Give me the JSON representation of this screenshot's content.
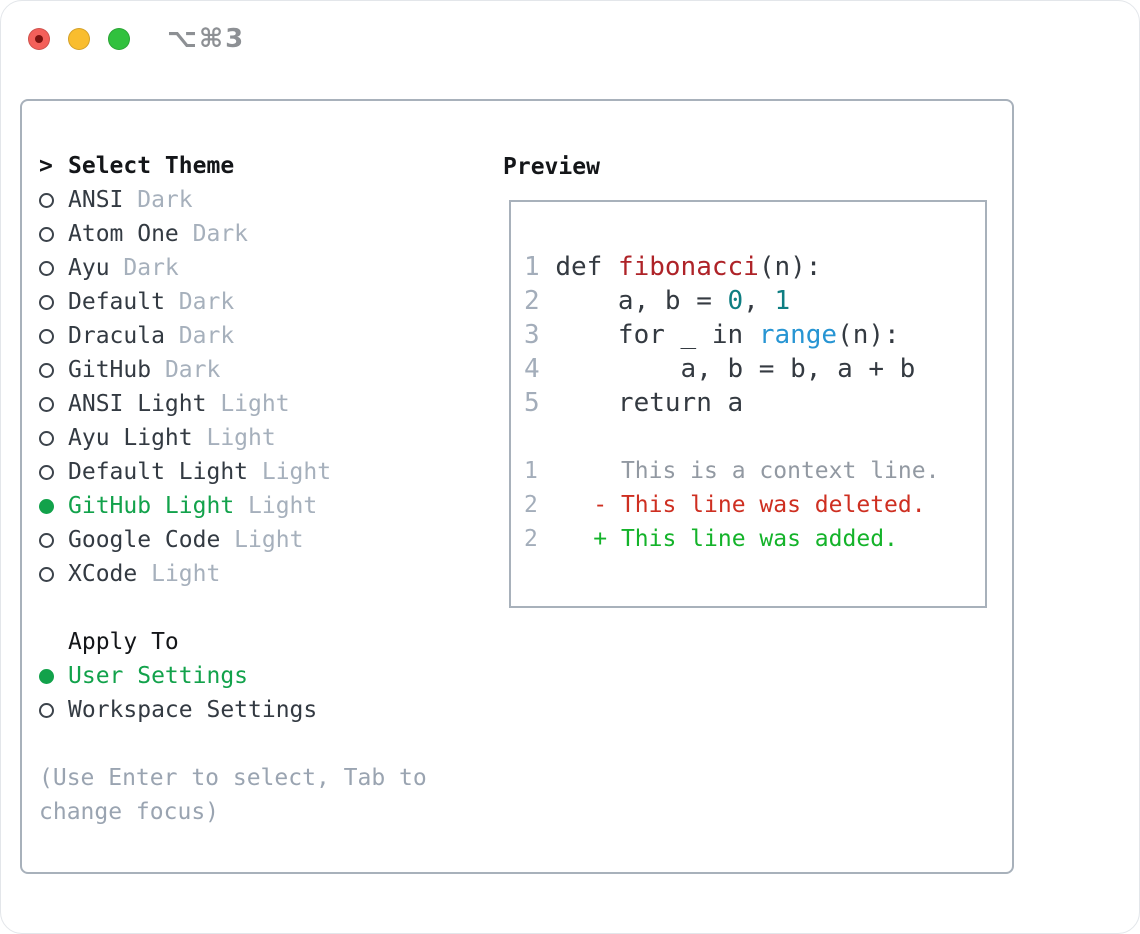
{
  "titlebar": {
    "shortcut": "⌥⌘3"
  },
  "colors": {
    "traffic_red": "#f4605a",
    "traffic_red_dot": "#7c1310",
    "traffic_yellow": "#f9bd2e",
    "traffic_green": "#31c13e",
    "shortcut_gray": "#8d9094",
    "border_gray": "#a8b1bb",
    "heading": "#141619",
    "text_dark": "#333a42",
    "variant_gray": "#a6b0bc",
    "help_gray": "#9aa4b1",
    "selected_green": "#12a24b",
    "line_number_gray": "#a3adba",
    "plain_code": "#343a41",
    "function_red": "#ae2328",
    "builtin_blue": "#2795d3",
    "number_teal": "#0e7e82",
    "context_gray": "#9299a2",
    "deleted_red": "#ce2f21",
    "added_green": "#14b32a"
  },
  "theme_picker": {
    "prompt_marker": ">",
    "title": "Select Theme",
    "themes": [
      {
        "name": "ANSI",
        "variant": "Dark",
        "selected": false
      },
      {
        "name": "Atom One",
        "variant": "Dark",
        "selected": false
      },
      {
        "name": "Ayu",
        "variant": "Dark",
        "selected": false
      },
      {
        "name": "Default",
        "variant": "Dark",
        "selected": false
      },
      {
        "name": "Dracula",
        "variant": "Dark",
        "selected": false
      },
      {
        "name": "GitHub",
        "variant": "Dark",
        "selected": false
      },
      {
        "name": "ANSI Light",
        "variant": "Light",
        "selected": false
      },
      {
        "name": "Ayu Light",
        "variant": "Light",
        "selected": false
      },
      {
        "name": "Default Light",
        "variant": "Light",
        "selected": false
      },
      {
        "name": "GitHub Light",
        "variant": "Light",
        "selected": true
      },
      {
        "name": "Google Code",
        "variant": "Light",
        "selected": false
      },
      {
        "name": "XCode",
        "variant": "Light",
        "selected": false
      }
    ]
  },
  "apply_to": {
    "title": "Apply To",
    "options": [
      {
        "label": "User Settings",
        "selected": true
      },
      {
        "label": "Workspace Settings",
        "selected": false
      }
    ]
  },
  "help_text": {
    "line1": "(Use Enter to select, Tab to",
    "line2": "change focus)"
  },
  "preview": {
    "title": "Preview",
    "code_lines": [
      [
        {
          "text": "1 ",
          "type": "line-number"
        },
        {
          "text": "def ",
          "type": "plain"
        },
        {
          "text": "fibonacci",
          "type": "function"
        },
        {
          "text": "(n):",
          "type": "plain"
        }
      ],
      [
        {
          "text": "2 ",
          "type": "line-number"
        },
        {
          "text": "    a, b = ",
          "type": "plain"
        },
        {
          "text": "0",
          "type": "number"
        },
        {
          "text": ", ",
          "type": "plain"
        },
        {
          "text": "1",
          "type": "number"
        }
      ],
      [
        {
          "text": "3 ",
          "type": "line-number"
        },
        {
          "text": "    for _ in ",
          "type": "plain"
        },
        {
          "text": "range",
          "type": "builtin"
        },
        {
          "text": "(n):",
          "type": "plain"
        }
      ],
      [
        {
          "text": "4 ",
          "type": "line-number"
        },
        {
          "text": "        a, b = b, a + b",
          "type": "plain"
        }
      ],
      [
        {
          "text": "5 ",
          "type": "line-number"
        },
        {
          "text": "    return a",
          "type": "plain"
        }
      ]
    ],
    "diff_lines": [
      [
        {
          "text": "1 ",
          "type": "line-number"
        },
        {
          "text": "     This is a context line.",
          "type": "context"
        }
      ],
      [
        {
          "text": "2 ",
          "type": "line-number"
        },
        {
          "text": "   - This line was deleted.",
          "type": "deleted"
        }
      ],
      [
        {
          "text": "2 ",
          "type": "line-number"
        },
        {
          "text": "   + This line was added.",
          "type": "added"
        }
      ]
    ]
  }
}
